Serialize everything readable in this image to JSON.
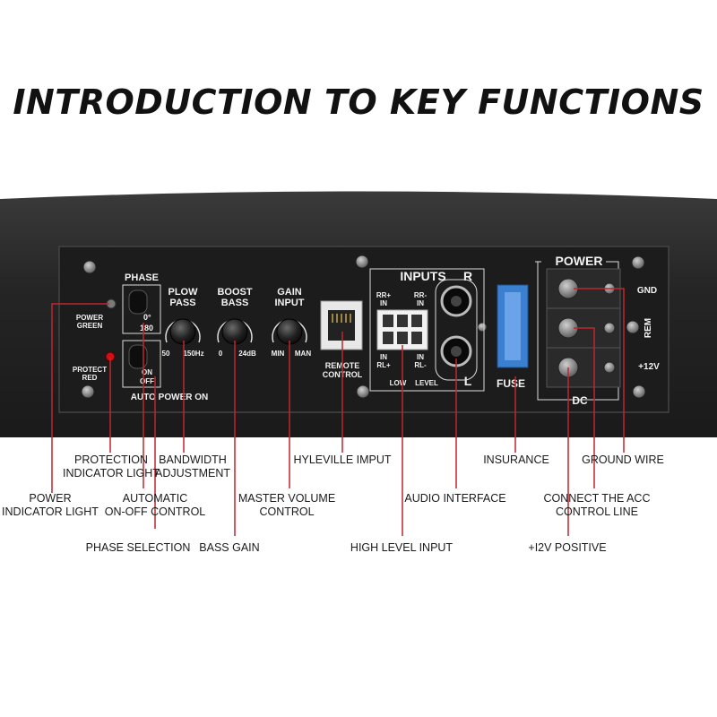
{
  "title": "INTRODUCTION TO KEY FUNCTIONS",
  "panel": {
    "phase": "PHASE",
    "phase_0": "0°",
    "phase_180": "180",
    "on": "ON",
    "off": "OFF",
    "power_green_1": "POWER",
    "power_green_2": "GREEN",
    "protect_red_1": "PROTECT",
    "protect_red_2": "RED",
    "auto_power_on": "AUTO POWER ON",
    "plow_1": "PLOW",
    "plow_2": "PASS",
    "plow_min": "50",
    "plow_max": "150Hz",
    "boost_1": "BOOST",
    "boost_2": "BASS",
    "boost_min": "0",
    "boost_max": "24dB",
    "gain_1": "GAIN",
    "gain_2": "INPUT",
    "gain_min": "MIN",
    "gain_max": "MAN",
    "remote_1": "REMOTE",
    "remote_2": "CONTROL",
    "inputs": "INPUTS",
    "r": "R",
    "l": "L",
    "rr_plus_1": "RR+",
    "rr_plus_2": "IN",
    "rr_minus_1": "RR-",
    "rr_minus_2": "IN",
    "rl_plus_1": "IN",
    "rl_plus_2": "RL+",
    "rl_minus_1": "IN",
    "rl_minus_2": "RL-",
    "low": "LOW",
    "level": "LEVEL",
    "fuse": "FUSE",
    "power": "POWER",
    "gnd": "GND",
    "rem": "REM",
    "v12": "+12V",
    "dc": "DC"
  },
  "callouts": {
    "protection_1": "PROTECTION",
    "protection_2": "INDICATOR LIGHT",
    "bandwidth_1": "BANDWIDTH",
    "bandwidth_2": "ADJUSTMENT",
    "hyleville": "HYLEVILLE IMPUT",
    "insurance": "INSURANCE",
    "ground_wire": "GROUND WIRE",
    "power_ind_1": "POWER",
    "power_ind_2": "INDICATOR LIGHT",
    "automatic_1": "AUTOMATIC",
    "automatic_2": "ON-OFF CONTROL",
    "master_1": "MASTER VOLUME",
    "master_2": "CONTROL",
    "audio_interface": "AUDIO INTERFACE",
    "acc_1": "CONNECT THE ACC",
    "acc_2": "CONTROL LINE",
    "phase_selection": "PHASE SELECTION",
    "bass_gain": "BASS GAIN",
    "high_level": "HIGH LEVEL INPUT",
    "v12_positive": "+I2V POSITIVE"
  },
  "colors": {
    "pointer": "#c0262d",
    "panel": "#1c1c1c",
    "housing": "#2a2a2a",
    "fuse": "#3a7fd0"
  }
}
